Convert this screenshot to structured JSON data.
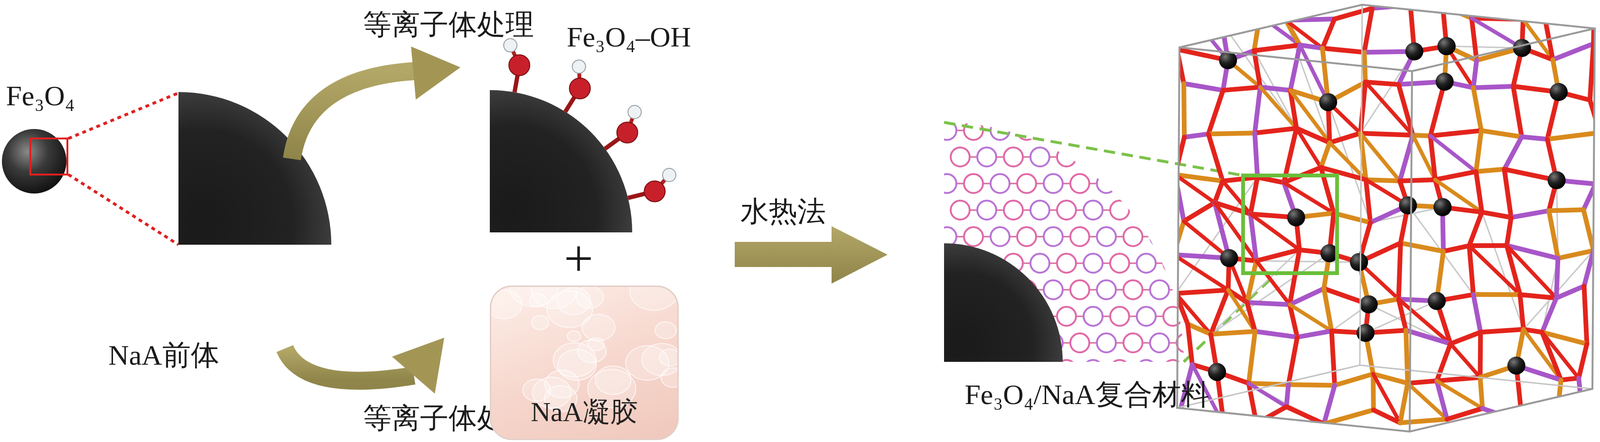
{
  "diagram": {
    "nodes": [
      {
        "text": [
          "NaA凝胶"
        ]
      }
    ],
    "labels": [
      "Fe₃O₄",
      "等离子体处理",
      "Fe₃O₄–OH",
      "+",
      "NaA前体",
      "等离子体处理",
      "水热法",
      "Fe₃O₄/NaA复合材料"
    ]
  }
}
